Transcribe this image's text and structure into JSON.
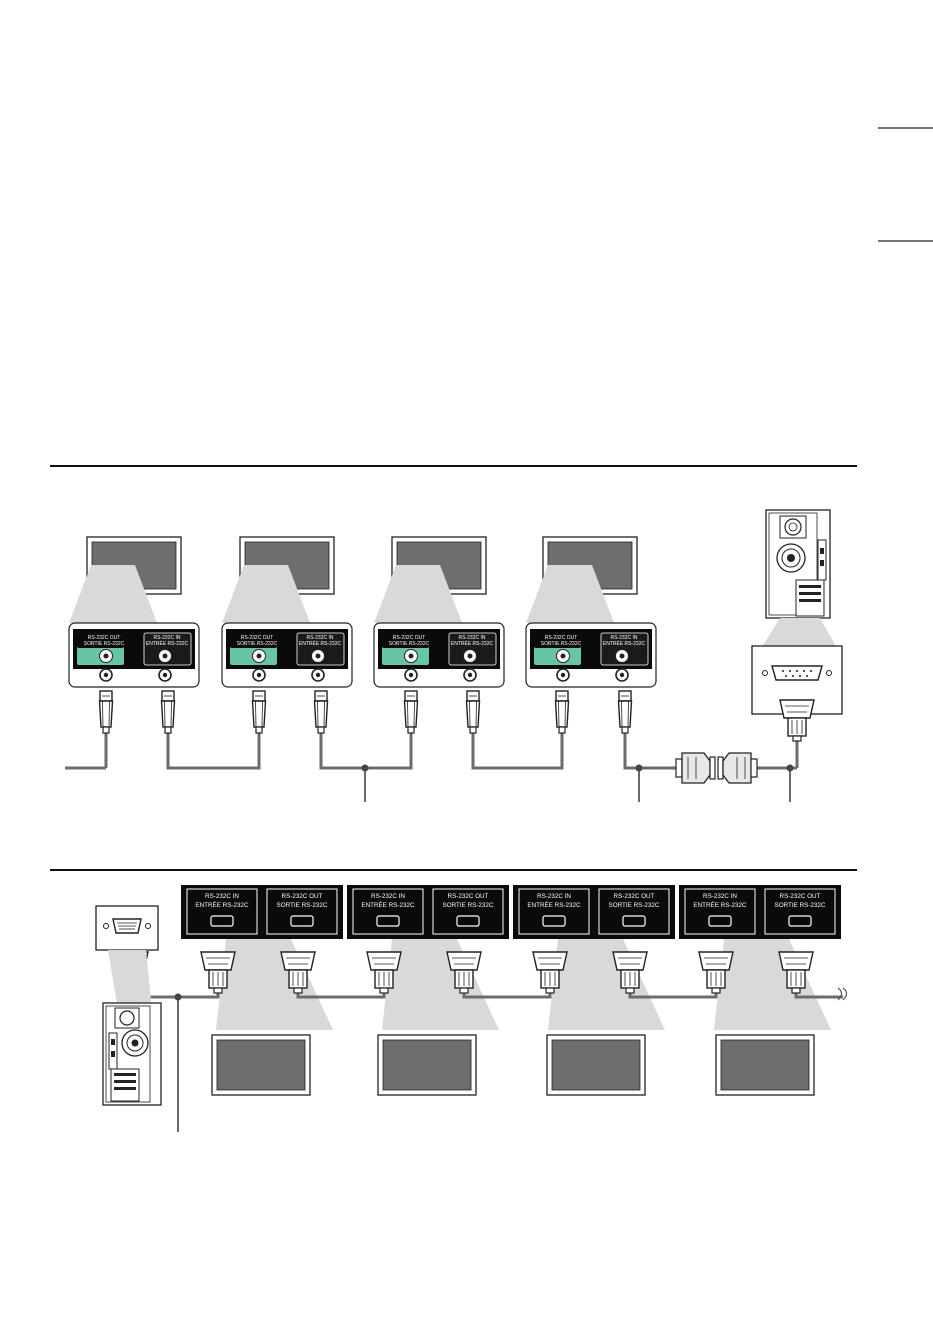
{
  "colors": {
    "line": "#222222",
    "screen": "#6e6e6e",
    "port_out": "#68c4a2",
    "port_in": "#111111",
    "cable": "#6b6b6b",
    "beam": "#d9d9d9"
  },
  "top_diagram": {
    "monitors": [
      {
        "out_label_1": "RS-232C OUT",
        "out_label_2": "SORTIE RS-232C",
        "in_label_1": "RS-232C IN",
        "in_label_2": "ENTRÉE RS-232C"
      },
      {
        "out_label_1": "RS-232C OUT",
        "out_label_2": "SORTIE RS-232C",
        "in_label_1": "RS-232C IN",
        "in_label_2": "ENTRÉE RS-232C"
      },
      {
        "out_label_1": "RS-232C OUT",
        "out_label_2": "SORTIE RS-232C",
        "in_label_1": "RS-232C IN",
        "in_label_2": "ENTRÉE RS-232C"
      },
      {
        "out_label_1": "RS-232C OUT",
        "out_label_2": "SORTIE RS-232C",
        "in_label_1": "RS-232C IN",
        "in_label_2": "ENTRÉE RS-232C"
      }
    ]
  },
  "bottom_diagram": {
    "monitors": [
      {
        "in_label_1": "RS-232C IN",
        "in_label_2": "ENTRÉE RS-232C",
        "out_label_1": "RS-232C OUT",
        "out_label_2": "SORTIE RS-232C"
      },
      {
        "in_label_1": "RS-232C IN",
        "in_label_2": "ENTRÉE RS-232C",
        "out_label_1": "RS-232C OUT",
        "out_label_2": "SORTIE RS-232C"
      },
      {
        "in_label_1": "RS-232C IN",
        "in_label_2": "ENTRÉE RS-232C",
        "out_label_1": "RS-232C OUT",
        "out_label_2": "SORTIE RS-232C"
      },
      {
        "in_label_1": "RS-232C IN",
        "in_label_2": "ENTRÉE RS-232C",
        "out_label_1": "RS-232C OUT",
        "out_label_2": "SORTIE RS-232C"
      }
    ]
  }
}
